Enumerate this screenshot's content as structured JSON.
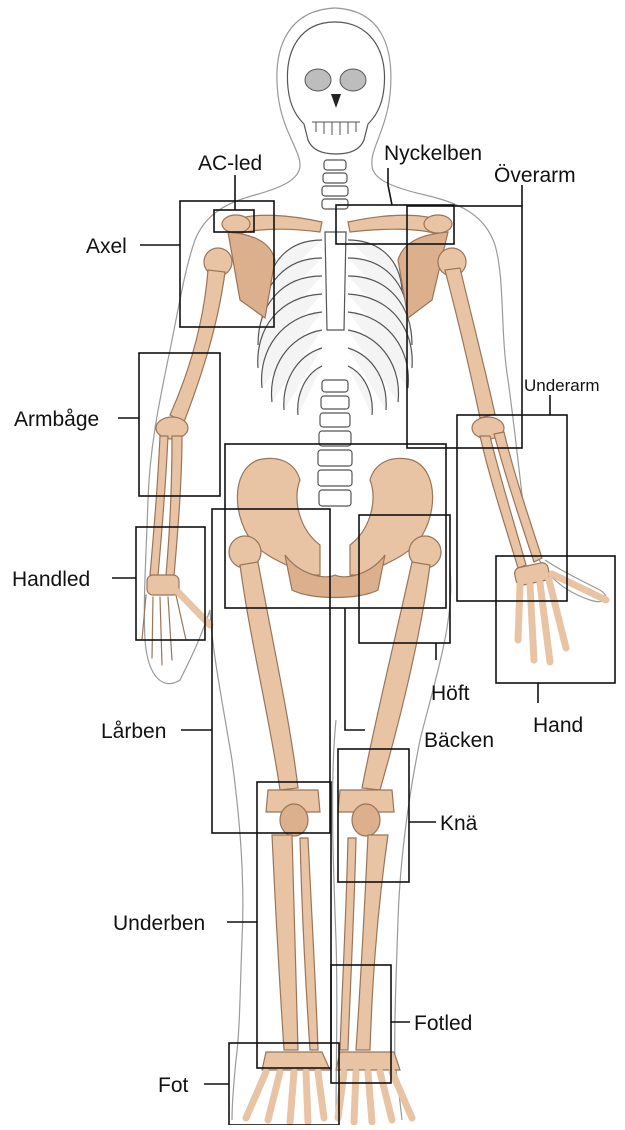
{
  "labels": {
    "ac_joint": "AC-led",
    "clavicle": "Nyckelben",
    "upper_arm": "Överarm",
    "shoulder": "Axel",
    "forearm": "Underarm",
    "elbow": "Armbåge",
    "wrist": "Handled",
    "hip": "Höft",
    "hand": "Hand",
    "femur": "Lårben",
    "pelvis": "Bäcken",
    "knee": "Knä",
    "lower_leg": "Underben",
    "ankle": "Fotled",
    "foot": "Fot"
  },
  "colors": {
    "highlighted_bone": "#e8c4a4",
    "bone_outline": "#9a7559",
    "skeleton_line": "#555555",
    "body_outline": "#9a9a9a",
    "box_line": "#111111"
  }
}
